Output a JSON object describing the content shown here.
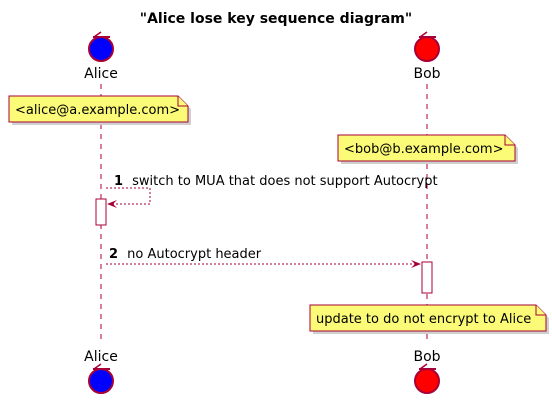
{
  "diagram": {
    "title": "\"Alice lose key sequence diagram\"",
    "participants": {
      "alice": {
        "label": "Alice",
        "color": "#0000FF"
      },
      "bob": {
        "label": "Bob",
        "color": "#FF0000"
      }
    },
    "notes": {
      "alice_email": "<alice@a.example.com>",
      "bob_email": "<bob@b.example.com>",
      "bob_update": "update to do not encrypt to Alice"
    },
    "messages": [
      {
        "number": "1",
        "text": "switch to MUA that does not support Autocrypt"
      },
      {
        "number": "2",
        "text": "no Autocrypt header"
      }
    ],
    "colors": {
      "line": "#A80036",
      "note_fill": "#FBFB77",
      "entity_border": "#A80036"
    }
  }
}
